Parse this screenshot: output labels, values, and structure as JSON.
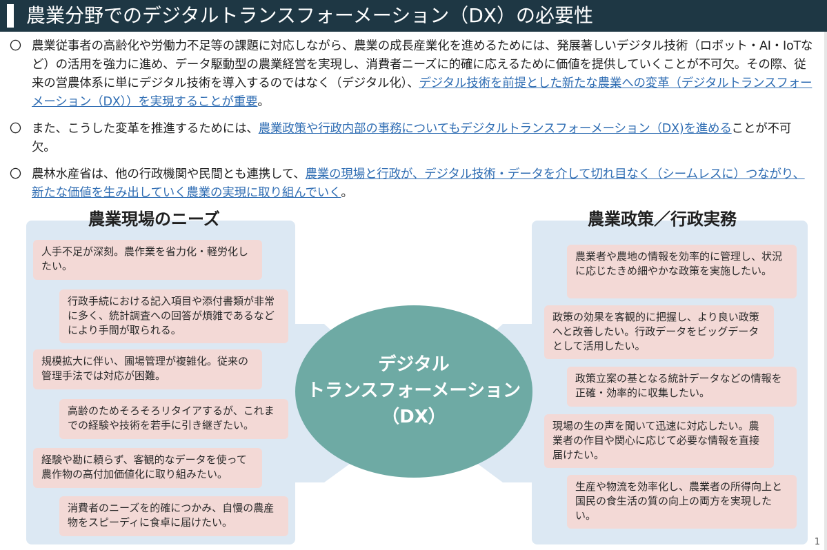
{
  "header": {
    "title": "農業分野でのデジタルトランスフォーメーション（DX）の必要性"
  },
  "bullets": [
    {
      "mark": "〇",
      "text_a": "農業従事者の高齢化や労働力不足等の課題に対応しながら、農業の成長産業化を進めるためには、発展著しいデジタル技術（ロボット・AI・IoTなど）の活用を強力に進め、データ駆動型の農業経営を実現し、消費者ニーズに的確に応えるために価値を提供していくことが不可欠。その際、従来の営農体系に単にデジタル技術を導入するのではなく（デジタル化）、",
      "highlight": "デジタル技術を前提とした新たな農業への変革（デジタルトランスフォーメーション（DX））を実現することが重要",
      "text_b": "。"
    },
    {
      "mark": "〇",
      "text_a": "また、こうした変革を推進するためには、",
      "highlight": "農業政策や行政内部の事務についてもデジタルトランスフォーメーション（DX)を進める",
      "text_b": "ことが不可欠。"
    },
    {
      "mark": "〇",
      "text_a": "農林水産省は、他の行政機関や民間とも連携して、",
      "highlight": "農業の現場と行政が、デジタル技術・データを介して切れ目なく（シームレスに）つながり、新たな価値を生み出していく農業の実現に取り組んでいく",
      "text_b": "。"
    }
  ],
  "left_panel": {
    "title": "農業現場のニーズ",
    "cards": [
      "人手不足が深刻。農作業を省力化・軽労化したい。",
      "行政手続における記入項目や添付書類が非常に多く、統計調査への回答が煩雑であるなどにより手間が取られる。",
      "規模拡大に伴い、圃場管理が複雑化。従来の管理手法では対応が困難。",
      "高齢のためそろそろリタイアするが、これまでの経験や技術を若手に引き継ぎたい。",
      "経験や勘に頼らず、客観的なデータを使って農作物の高付加価値化に取り組みたい。",
      "消費者のニーズを的確につかみ、自慢の農産物をスピーディに食卓に届けたい。"
    ]
  },
  "right_panel": {
    "title": "農業政策／行政実務",
    "cards": [
      "農業者や農地の情報を効率的に管理し、状況に応じたきめ細やかな政策を実施したい。",
      "政策の効果を客観的に把握し、より良い政策へと改善したい。行政データをビッグデータとして活用したい。",
      "政策立案の基となる統計データなどの情報を正確・効率的に収集したい。",
      "現場の生の声を聞いて迅速に対応したい。農業者の作目や関心に応じて必要な情報を直接届けたい。",
      "生産や物流を効率化し、農業者の所得向上と国民の食生活の質の向上の両方を実現したい。"
    ]
  },
  "center": {
    "line1": "デジタル",
    "line2": "トランスフォーメーション",
    "line3": "（DX）"
  },
  "page_number": "1",
  "colors": {
    "header_bg": "#1e3744",
    "highlight_text": "#2f6db3",
    "panel_bg": "#dce8f3",
    "card_bg": "#f3d9d6",
    "ellipse_bg": "#6eaaa4"
  }
}
